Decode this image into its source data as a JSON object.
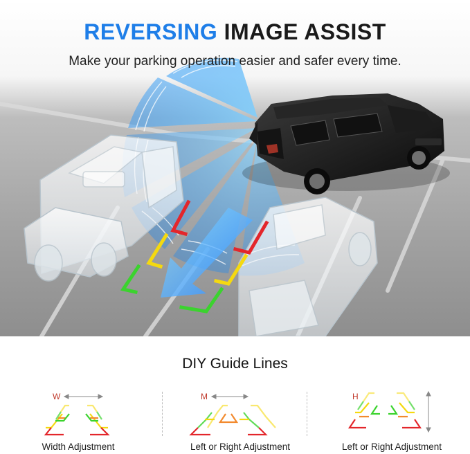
{
  "header": {
    "title_accent": "REVERSING",
    "title_rest": "IMAGE ASSIST",
    "subtitle": "Make your parking operation easier and safer every time."
  },
  "colors": {
    "accent_blue": "#1e7ee8",
    "guide_red": "#e3262b",
    "guide_yellow": "#f5d90f",
    "guide_green": "#3bd32e"
  },
  "guide_section": {
    "title": "DIY Guide Lines",
    "panels": [
      {
        "letter": "W",
        "caption": "Width Adjustment",
        "icon": "horizontal-arrow-icon"
      },
      {
        "letter": "M",
        "caption": "Left or Right Adjustment",
        "icon": "horizontal-arrow-icon"
      },
      {
        "letter": "H",
        "caption": "Left or Right Adjustment",
        "icon": "vertical-arrow-icon"
      }
    ]
  }
}
